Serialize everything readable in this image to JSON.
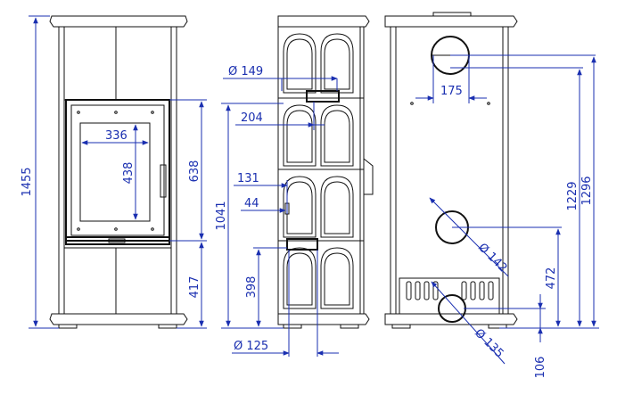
{
  "dimensions": {
    "total_height": "1455",
    "glass_width": "336",
    "glass_height": "438",
    "door_top_height": "638",
    "door_bottom_height": "417",
    "side_1041": "1041",
    "side_149": "Ø 149",
    "side_204": "204",
    "side_131": "131",
    "side_44": "44",
    "side_398": "398",
    "side_125": "Ø 125",
    "back_175": "175",
    "back_1229": "1229",
    "back_1296": "1296",
    "back_472": "472",
    "back_142": "Ø 142",
    "back_135": "Ø 135",
    "back_106": "106"
  },
  "colors": {
    "dimension": "#1a2fb0",
    "outline": "#111111"
  }
}
